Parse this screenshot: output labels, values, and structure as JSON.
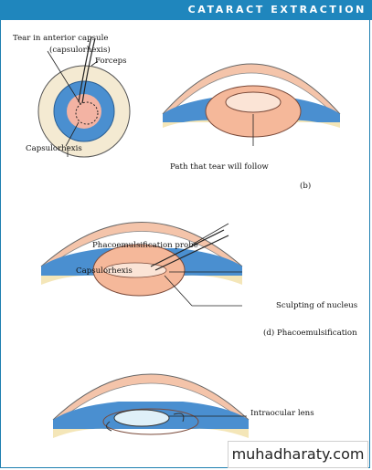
{
  "header": {
    "title": "CATARACT EXTRACTION"
  },
  "panel_top": {
    "label_tear": "Tear in anterior capsule",
    "label_tear_sub": "(capsulorhexis)",
    "label_forceps": "Forceps",
    "label_capsulorhexis": "Capsulorhexis",
    "label_path": "Path that tear will follow",
    "label_b": "(b)"
  },
  "panel_middle": {
    "label_probe": "Phacoemulsification probe",
    "label_capsulorhexis": "Capsulorhexis",
    "label_sculpting": "Sculpting of nucleus",
    "label_d": "(d) Phacoemulsification"
  },
  "panel_bottom": {
    "label_iol": "Intraocular lens"
  },
  "watermark": "muhadharaty.com",
  "colors": {
    "banner": "#1f86bd",
    "iris_blue": "#4a8fd0",
    "lens_peach": "#f5b89a",
    "cornea_skin": "#f4c4aa",
    "sclera_cream": "#f4e6b8"
  }
}
